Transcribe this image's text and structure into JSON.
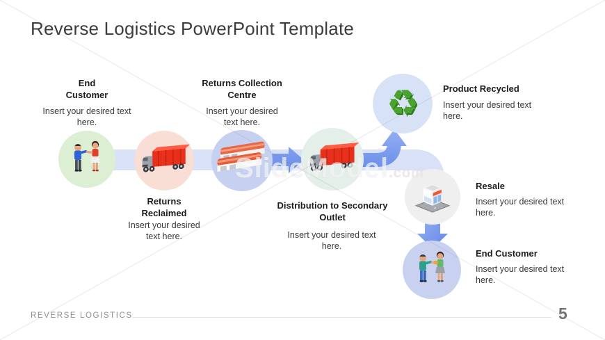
{
  "slide": {
    "title": "Reverse Logistics PowerPoint Template",
    "watermark": {
      "name": "SlideModel",
      "tld": ".com"
    },
    "footer": {
      "label": "REVERSE LOGISTICS",
      "page_number": "5"
    }
  },
  "nodes": [
    {
      "label": "End Customer",
      "desc": "Insert your desired text here.",
      "icon": "customers-icon",
      "circle_color": "#ddefd2"
    },
    {
      "label": "Returns Reclaimed",
      "desc": "Insert your desired text here.",
      "icon": "truck-icon",
      "circle_color": "#f9ded6"
    },
    {
      "label": "Returns Collection Centre",
      "desc": "Insert your desired text here.",
      "icon": "warehouse-icon",
      "circle_color": "#c6d1f1"
    },
    {
      "label": "Distribution to Secondary Outlet",
      "desc": "Insert your desired text here.",
      "icon": "truck-icon",
      "circle_color": "#e3efe8"
    },
    {
      "label": "Product Recycled",
      "desc": "Insert your desired text here.",
      "icon": "recycle-icon",
      "circle_color": "#d7e2f6"
    },
    {
      "label": "Resale",
      "desc": "Insert your desired text here.",
      "icon": "store-icon",
      "circle_color": "#efefef"
    },
    {
      "label": "End Customer",
      "desc": "Insert your desired text here.",
      "icon": "customers-icon",
      "circle_color": "#c9d1f1"
    }
  ],
  "colors": {
    "band": "#cfd9f5",
    "arrow_light": "#94aff2",
    "arrow_dark": "#5f84e6",
    "accent_red": "#e8301c",
    "recycle_green": "#4ba32f"
  }
}
